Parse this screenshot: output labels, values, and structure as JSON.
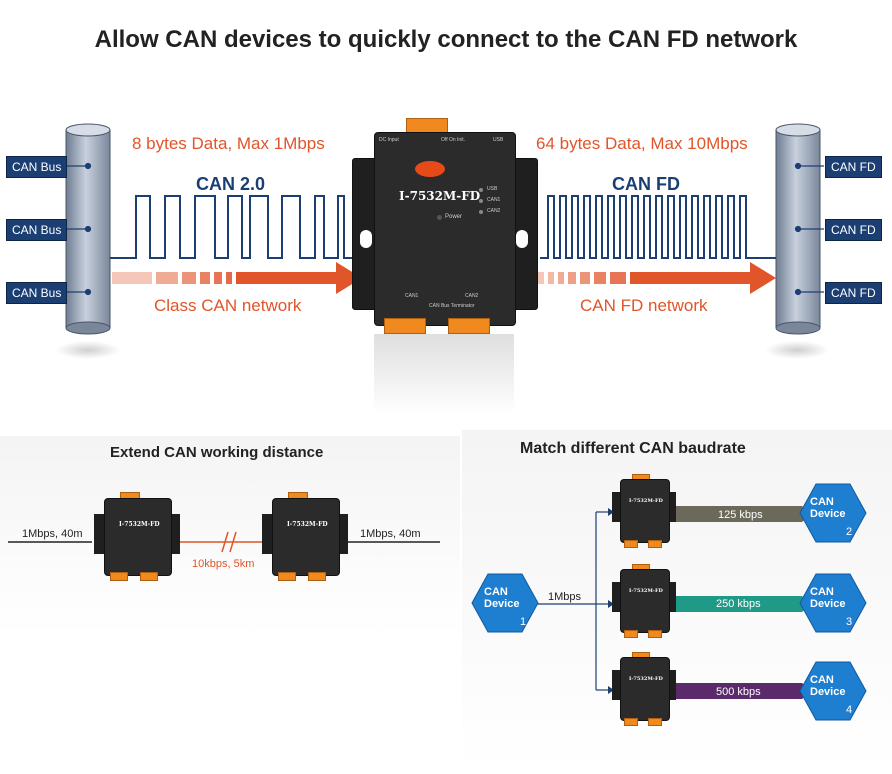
{
  "title": "Allow CAN devices to quickly connect to the CAN FD network",
  "left_bus": {
    "tags": [
      "CAN Bus",
      "CAN Bus",
      "CAN Bus"
    ]
  },
  "right_bus": {
    "tags": [
      "CAN FD",
      "CAN FD",
      "CAN FD"
    ]
  },
  "left_signal": {
    "spec": "8 bytes Data, Max 1Mbps",
    "label": "CAN 2.0",
    "network": "Class CAN network"
  },
  "right_signal": {
    "spec": "64 bytes Data, Max 10Mbps",
    "label": "CAN FD",
    "network": "CAN FD network"
  },
  "device": {
    "name": "I-7532M-FD",
    "power_label": "Power",
    "led_labels": [
      "USB",
      "CAN1",
      "CAN2"
    ],
    "port_labels": [
      "CAN1",
      "CAN2"
    ],
    "dc_label": "DC Input",
    "switch_label": "Off On Init.",
    "usb_label": "USB",
    "terminator_label": "CAN Bus Terminator"
  },
  "extend_section": {
    "title": "Extend CAN working distance",
    "left_link": "1Mbps, 40m",
    "middle_link": "10kbps, 5km",
    "right_link": "1Mbps, 40m",
    "device_name": "I-7532M-FD"
  },
  "baudrate_section": {
    "title": "Match different CAN baudrate",
    "source_rate": "1Mbps",
    "source": {
      "label_line1": "CAN",
      "label_line2": "Device",
      "number": "1"
    },
    "device_name": "I-7532M-FD",
    "links": [
      {
        "rate": "125 kbps",
        "color": "#6b6a5a",
        "device_line1": "CAN",
        "device_line2": "Device",
        "number": "2"
      },
      {
        "rate": "250 kbps",
        "color": "#1f9a86",
        "device_line1": "CAN",
        "device_line2": "Device",
        "number": "3"
      },
      {
        "rate": "500 kbps",
        "color": "#5b2a6b",
        "device_line1": "CAN",
        "device_line2": "Device",
        "number": "4"
      }
    ]
  },
  "colors": {
    "navy": "#1c3f73",
    "orange": "#e0552a",
    "device_body": "#2b2b2b",
    "terminal": "#f08a1e",
    "hex_blue": "#1e7fd0"
  }
}
